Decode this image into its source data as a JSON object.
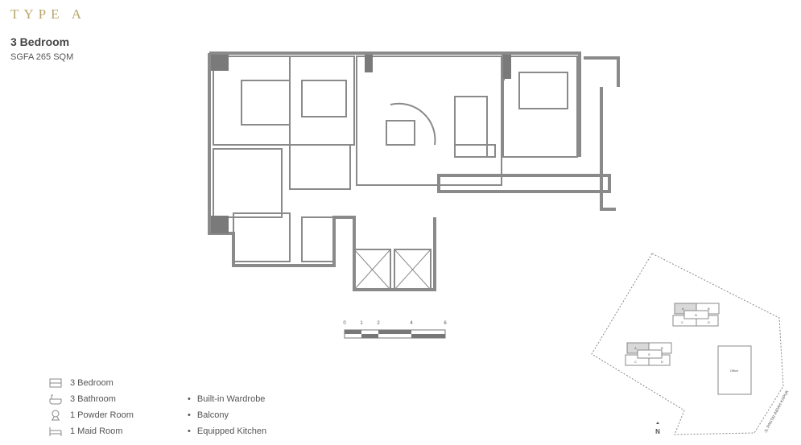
{
  "header": {
    "type": "TYPE A",
    "title": "3 Bedroom",
    "area": "SGFA 265 SQM"
  },
  "features": [
    {
      "icon": "bed-icon",
      "label": "3 Bedroom"
    },
    {
      "icon": "bathtub-icon",
      "label": "3 Bathroom"
    },
    {
      "icon": "powder-room-icon",
      "label": "1 Powder Room"
    },
    {
      "icon": "maid-bed-icon",
      "label": "1 Maid Room"
    }
  ],
  "amenities": [
    "Built-in Wardrobe",
    "Balcony",
    "Equipped Kitchen"
  ],
  "scale": {
    "ticks": [
      "0",
      "1",
      "2",
      "4",
      "6"
    ]
  },
  "site_plan": {
    "tower1_units": [
      "A",
      "B",
      "N",
      "C",
      "D"
    ],
    "tower2_units": [
      "A",
      "B",
      "S",
      "C",
      "D"
    ],
    "office": "Office",
    "road": "JL PANTAI INDAH KAPUK",
    "north": "N"
  },
  "colors": {
    "accent": "#b9a66e",
    "wall": "#8a8a8a",
    "highlight": "#d9d9d9"
  }
}
